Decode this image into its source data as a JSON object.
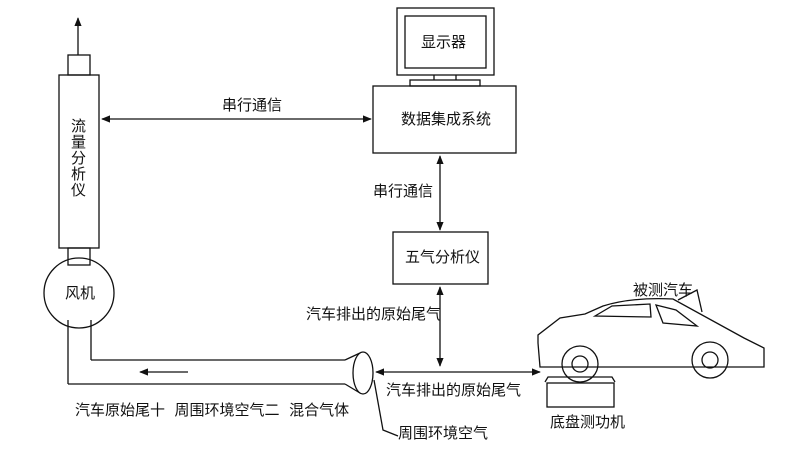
{
  "labels": {
    "monitor": "显示器",
    "data_system": "数据集成系统",
    "serial_comm_top": "串行通信",
    "serial_comm_mid": "串行通信",
    "flow_analyzer": "流量分析仪",
    "five_gas_analyzer": "五气分析仪",
    "fan": "风机",
    "exhaust_upper": "汽车排出的原始尾气",
    "exhaust_lower": "汽车排出的原始尾气",
    "tested_car": "被测汽车",
    "dynamometer": "底盘测功机",
    "ambient_air": "周围环境空气",
    "equation": "汽车原始尾十  周围环境空气二  混合气体"
  }
}
